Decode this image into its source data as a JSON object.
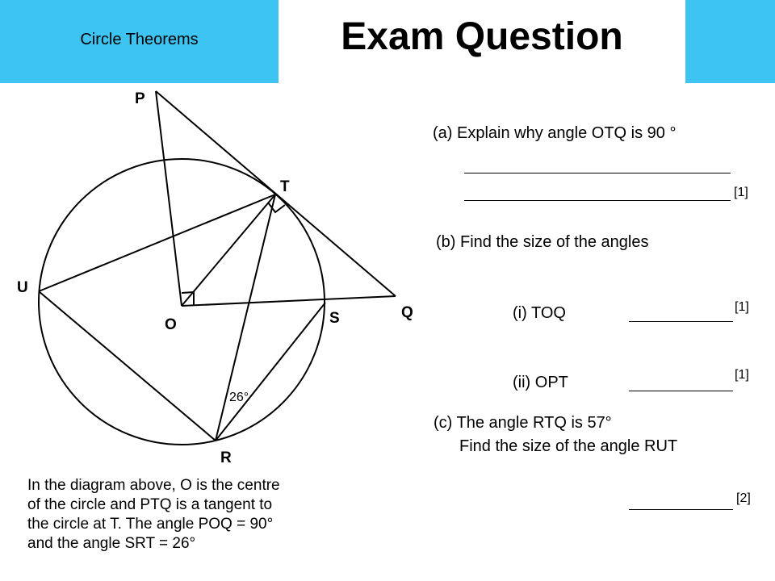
{
  "header": {
    "topic": "Circle Theorems",
    "title": "Exam Question",
    "accent_color": "#3EC4F2"
  },
  "diagram": {
    "labels": {
      "P": "P",
      "T": "T",
      "U": "U",
      "O": "O",
      "S": "S",
      "Q": "Q",
      "R": "R"
    },
    "angle_label": "26°"
  },
  "questions": {
    "a": {
      "text": "(a) Explain why angle OTQ is 90 °",
      "marks": "[1]"
    },
    "b": {
      "text": "(b) Find the size of the angles",
      "i": {
        "text": "(i) TOQ",
        "marks": "[1]"
      },
      "ii": {
        "text": "(ii) OPT",
        "marks": "[1]"
      }
    },
    "c": {
      "line1": "(c) The angle RTQ is 57°",
      "line2": "Find the size of the angle RUT",
      "marks": "[2]"
    }
  },
  "description": {
    "line1": "In the diagram above, O is the centre",
    "line2": "of the circle and PTQ is a tangent to",
    "line3": "the circle at T.  The angle POQ = 90°",
    "line4": "and the angle SRT = 26°"
  }
}
